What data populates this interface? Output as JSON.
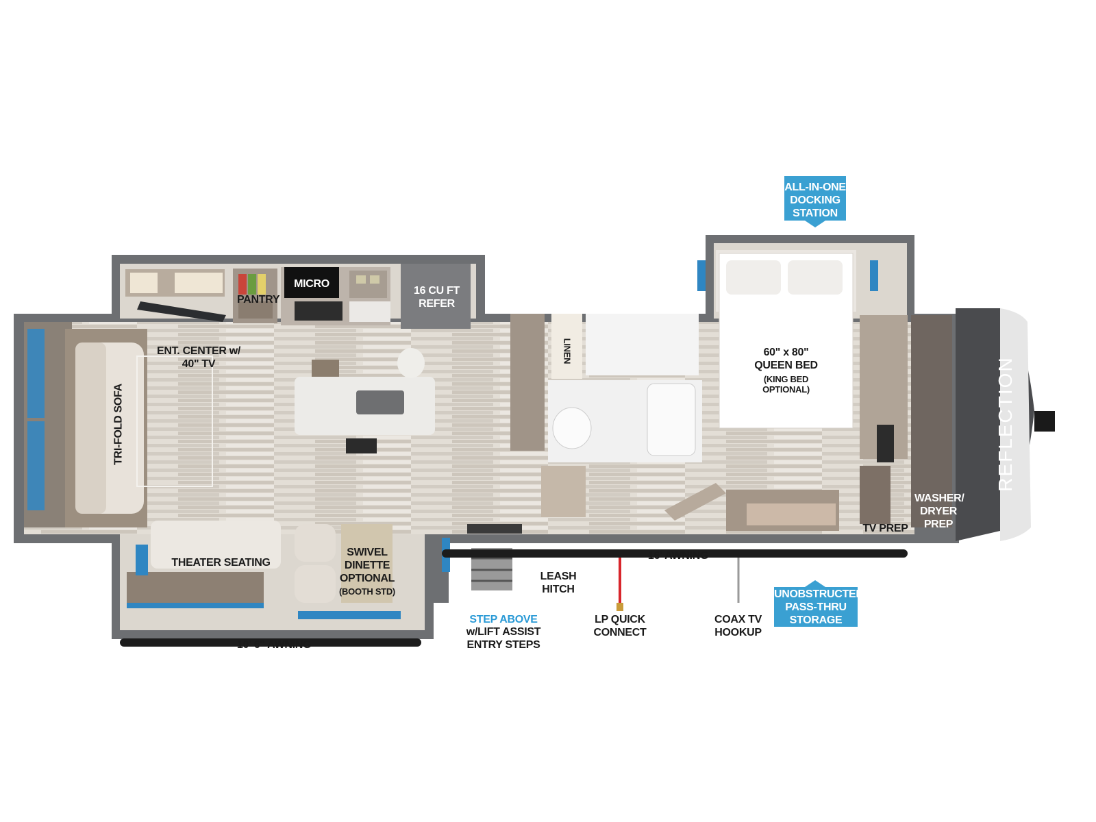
{
  "brand": "REFLECTION",
  "callouts": {
    "docking": [
      "ALL-IN-ONE",
      "DOCKING",
      "STATION"
    ],
    "storage": [
      "UNOBSTRUCTED",
      "PASS-THRU",
      "STORAGE"
    ]
  },
  "rooms": {
    "pantry": "PANTRY",
    "micro": "MICRO",
    "refer": [
      "16 CU FT",
      "REFER"
    ],
    "ent_center": [
      "ENT. CENTER w/",
      "40\" TV"
    ],
    "sofa": "TRI-FOLD SOFA",
    "linen": "LINEN",
    "bed": [
      "60\" x 80\"",
      "QUEEN BED"
    ],
    "bed_opt": [
      "(KING BED",
      "OPTIONAL)"
    ],
    "theater": "THEATER SEATING",
    "dinette": [
      "SWIVEL",
      "DINETTE",
      "OPTIONAL",
      "(BOOTH STD)"
    ],
    "washer": [
      "WASHER/",
      "DRYER",
      "PREP"
    ],
    "tv_prep": "TV PREP"
  },
  "exterior": {
    "awning_16": "16' AWNING",
    "awning_10": "10' 6\" AWNING",
    "leash": [
      "LEASH",
      "HITCH"
    ],
    "step_above": "STEP ABOVE",
    "entry_steps": [
      "w/LIFT ASSIST",
      "ENTRY STEPS"
    ],
    "lp": [
      "LP QUICK",
      "CONNECT"
    ],
    "coax": [
      "COAX TV",
      "HOOKUP"
    ]
  },
  "colors": {
    "callout": "#3aa0d2",
    "wall": "#6d6f72",
    "floor": "#d9d4cc",
    "cabinet": "#9a9087",
    "accent_blue": "#2a9ad6"
  }
}
